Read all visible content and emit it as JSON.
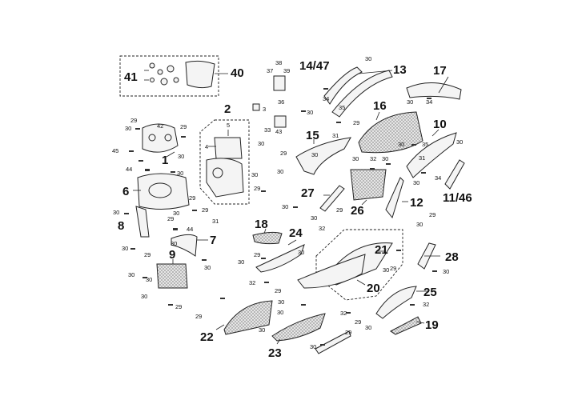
{
  "numbers": {
    "big": {
      "n1": "1",
      "n2": "2",
      "n6": "6",
      "n7": "7",
      "n8": "8",
      "n9": "9",
      "n10": "10",
      "n11_46": "11/46",
      "n12": "12",
      "n13": "13",
      "n14_47": "14/47",
      "n15": "15",
      "n16": "16",
      "n17": "17",
      "n18": "18",
      "n19": "19",
      "n20": "20",
      "n21": "21",
      "n22": "22",
      "n23": "23",
      "n24": "24",
      "n25": "25",
      "n26": "26",
      "n27": "27",
      "n28": "28",
      "n40": "40",
      "n41": "41"
    },
    "small": {
      "s3": "3",
      "s4": "4",
      "s5": "5",
      "s29": "29",
      "s30": "30",
      "s31": "31",
      "s32": "32",
      "s33": "33",
      "s34": "34",
      "s35": "35",
      "s36": "36",
      "s37": "37",
      "s38": "38",
      "s39": "39",
      "s42": "42",
      "s43": "43",
      "s44": "44",
      "s45": "45"
    }
  }
}
